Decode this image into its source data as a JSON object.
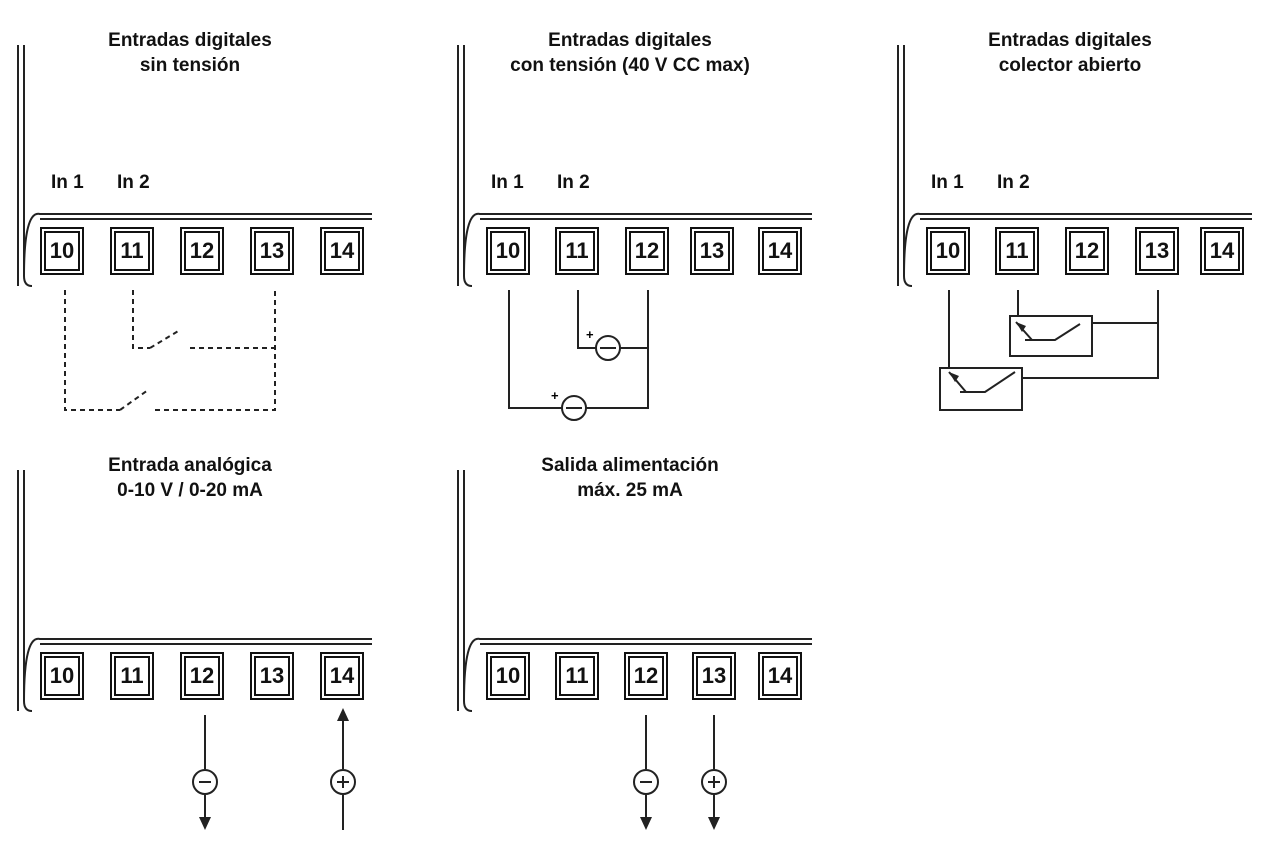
{
  "panels": [
    {
      "title": [
        "Entradas digitales",
        "sin tensión"
      ],
      "labels": [
        "In 1",
        "In 2"
      ],
      "terminals": [
        "10",
        "11",
        "12",
        "13",
        "14"
      ]
    },
    {
      "title": [
        "Entradas digitales",
        "con tensión (40 V CC max)"
      ],
      "labels": [
        "In 1",
        "In 2"
      ],
      "terminals": [
        "10",
        "11",
        "12",
        "13",
        "14"
      ]
    },
    {
      "title": [
        "Entradas digitales",
        "colector abierto"
      ],
      "labels": [
        "In 1",
        "In 2"
      ],
      "terminals": [
        "10",
        "11",
        "12",
        "13",
        "14"
      ]
    },
    {
      "title": [
        "Entrada analógica",
        "0-10 V / 0-20 mA"
      ],
      "terminals": [
        "10",
        "11",
        "12",
        "13",
        "14"
      ]
    },
    {
      "title": [
        "Salida alimentación",
        "máx. 25 mA"
      ],
      "terminals": [
        "10",
        "11",
        "12",
        "13",
        "14"
      ]
    }
  ],
  "symbols": {
    "plus": "+",
    "minus": "−"
  }
}
